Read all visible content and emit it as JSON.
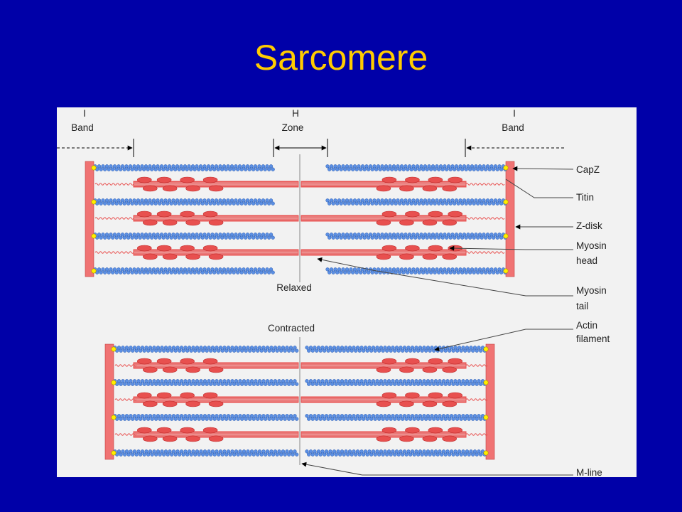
{
  "slide": {
    "title": "Sarcomere"
  },
  "colors": {
    "background": "#0000a8",
    "title": "#ffcc00",
    "panel": "#f2f2f2",
    "actin": "#5b8fe3",
    "myosin": "#e8504f",
    "zdisk": "#f07373",
    "capz": "#ffee00"
  },
  "diagram": {
    "band_labels": {
      "i_band_left": {
        "line1": "I",
        "line2": "Band"
      },
      "h_zone": {
        "line1": "H",
        "line2": "Zone"
      },
      "i_band_right": {
        "line1": "I",
        "line2": "Band"
      }
    },
    "states": {
      "relaxed": "Relaxed",
      "contracted": "Contracted"
    },
    "callouts": [
      {
        "key": "capz",
        "lines": [
          "CapZ"
        ]
      },
      {
        "key": "titin",
        "lines": [
          "Titin"
        ]
      },
      {
        "key": "zdisk",
        "lines": [
          "Z-disk"
        ]
      },
      {
        "key": "myosin-head",
        "lines": [
          "Myosin",
          "head"
        ]
      },
      {
        "key": "myosin-tail",
        "lines": [
          "Myosin",
          "tail"
        ]
      },
      {
        "key": "actin-filament",
        "lines": [
          "Actin",
          "filament"
        ]
      },
      {
        "key": "m-line",
        "lines": [
          "M-line"
        ]
      }
    ],
    "icons": [
      "arrow-icon",
      "capz-icon",
      "z-disk-icon",
      "actin-filament-icon",
      "myosin-filament-icon"
    ]
  }
}
